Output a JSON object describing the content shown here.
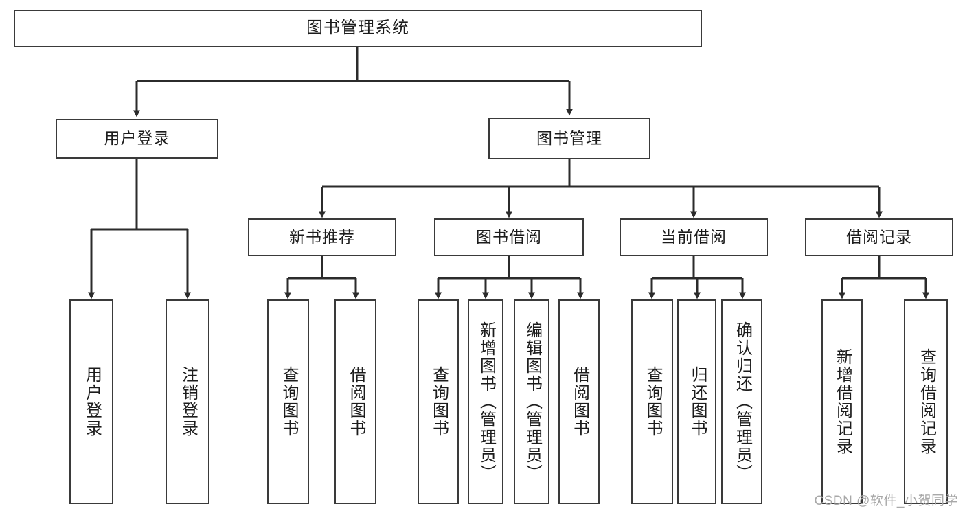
{
  "diagram": {
    "title": "图书管理系统",
    "type": "tree-hierarchy",
    "root": {
      "label": "图书管理系统"
    },
    "level2": [
      {
        "label": "用户登录"
      },
      {
        "label": "图书管理"
      }
    ],
    "level3": [
      {
        "label": "新书推荐"
      },
      {
        "label": "图书借阅"
      },
      {
        "label": "当前借阅"
      },
      {
        "label": "借阅记录"
      }
    ],
    "leaves": [
      {
        "label": "用户登录",
        "parent": "用户登录"
      },
      {
        "label": "注销登录",
        "parent": "用户登录"
      },
      {
        "label": "查询图书",
        "parent": "新书推荐"
      },
      {
        "label": "借阅图书",
        "parent": "新书推荐"
      },
      {
        "label": "查询图书",
        "parent": "图书借阅"
      },
      {
        "label": "新增图书（管理员）",
        "parent": "图书借阅"
      },
      {
        "label": "编辑图书（管理员）",
        "parent": "图书借阅"
      },
      {
        "label": "借阅图书",
        "parent": "图书借阅"
      },
      {
        "label": "查询图书",
        "parent": "当前借阅"
      },
      {
        "label": "归还图书",
        "parent": "当前借阅"
      },
      {
        "label": "确认归还（管理员）",
        "parent": "当前借阅"
      },
      {
        "label": "新增借阅记录",
        "parent": "借阅记录"
      },
      {
        "label": "查询借阅记录",
        "parent": "借阅记录"
      }
    ],
    "watermark": "CSDN @软件_小贺同学",
    "colors": {
      "border": "#3a3a3a",
      "background": "#ffffff",
      "text": "#1c1c1c",
      "watermark": "#a8a8a8"
    }
  }
}
